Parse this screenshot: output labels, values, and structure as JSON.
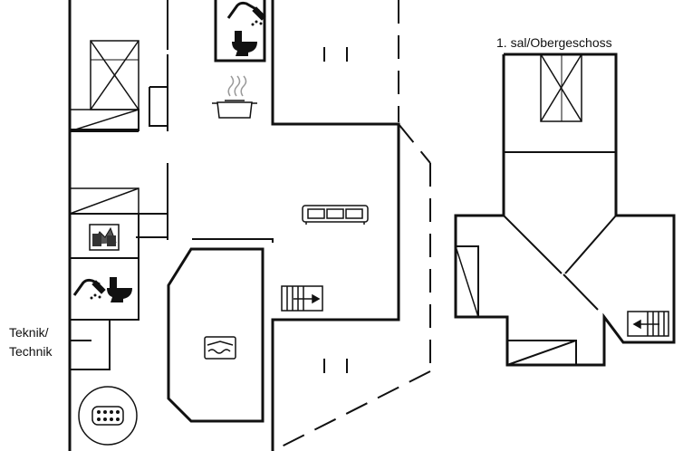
{
  "plan": {
    "upper_floor_label": "1. sal/Obergeschoss",
    "technical_room_line1": "Teknik/",
    "technical_room_line2": "Technik"
  },
  "icons": [
    "shower-icon",
    "toilet-icon",
    "kitchen-pot-icon",
    "sofa-icon",
    "washing-machine-icon",
    "stairs-icon",
    "pool-icon",
    "hot-tub-icon",
    "bed-icon"
  ],
  "colors": {
    "wall": "#111111",
    "background": "#ffffff"
  }
}
